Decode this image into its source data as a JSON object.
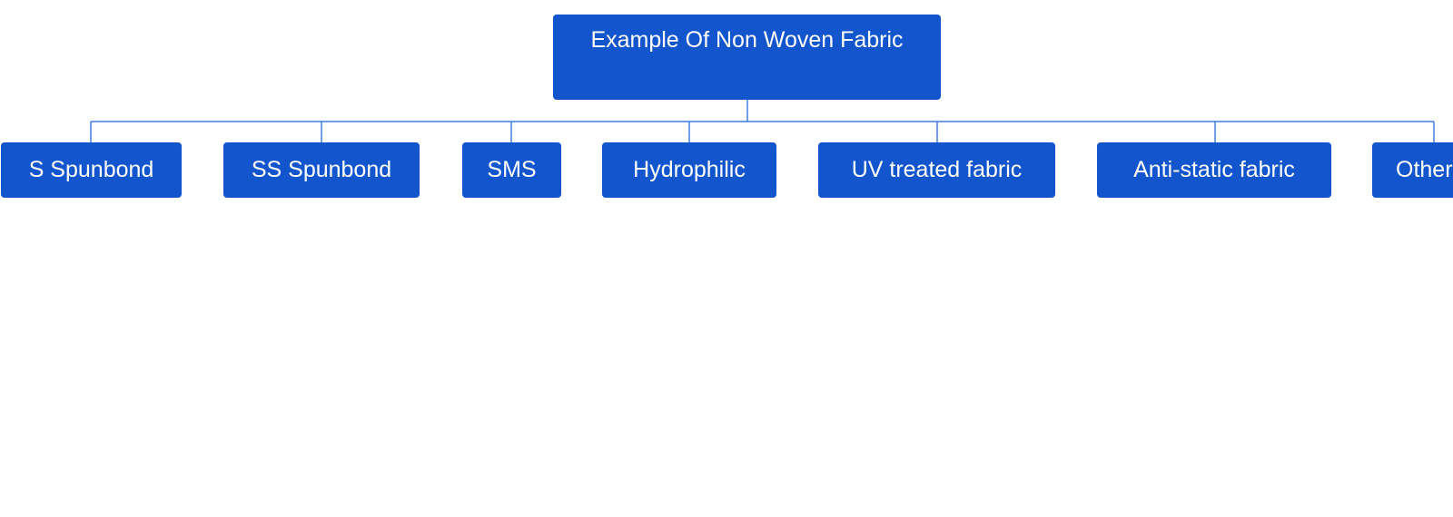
{
  "diagram": {
    "root": {
      "label": "Example Of Non Woven Fabric"
    },
    "children": [
      {
        "label": "S Spunbond"
      },
      {
        "label": "SS Spunbond"
      },
      {
        "label": "SMS"
      },
      {
        "label": "Hydrophilic"
      },
      {
        "label": "UV treated fabric"
      },
      {
        "label": "Anti-static fabric"
      },
      {
        "label": "Others"
      }
    ]
  },
  "colors": {
    "node_fill": "#1255cc",
    "node_text": "#ffffff",
    "connector": "#3f7fe0",
    "background": "#ffffff"
  }
}
